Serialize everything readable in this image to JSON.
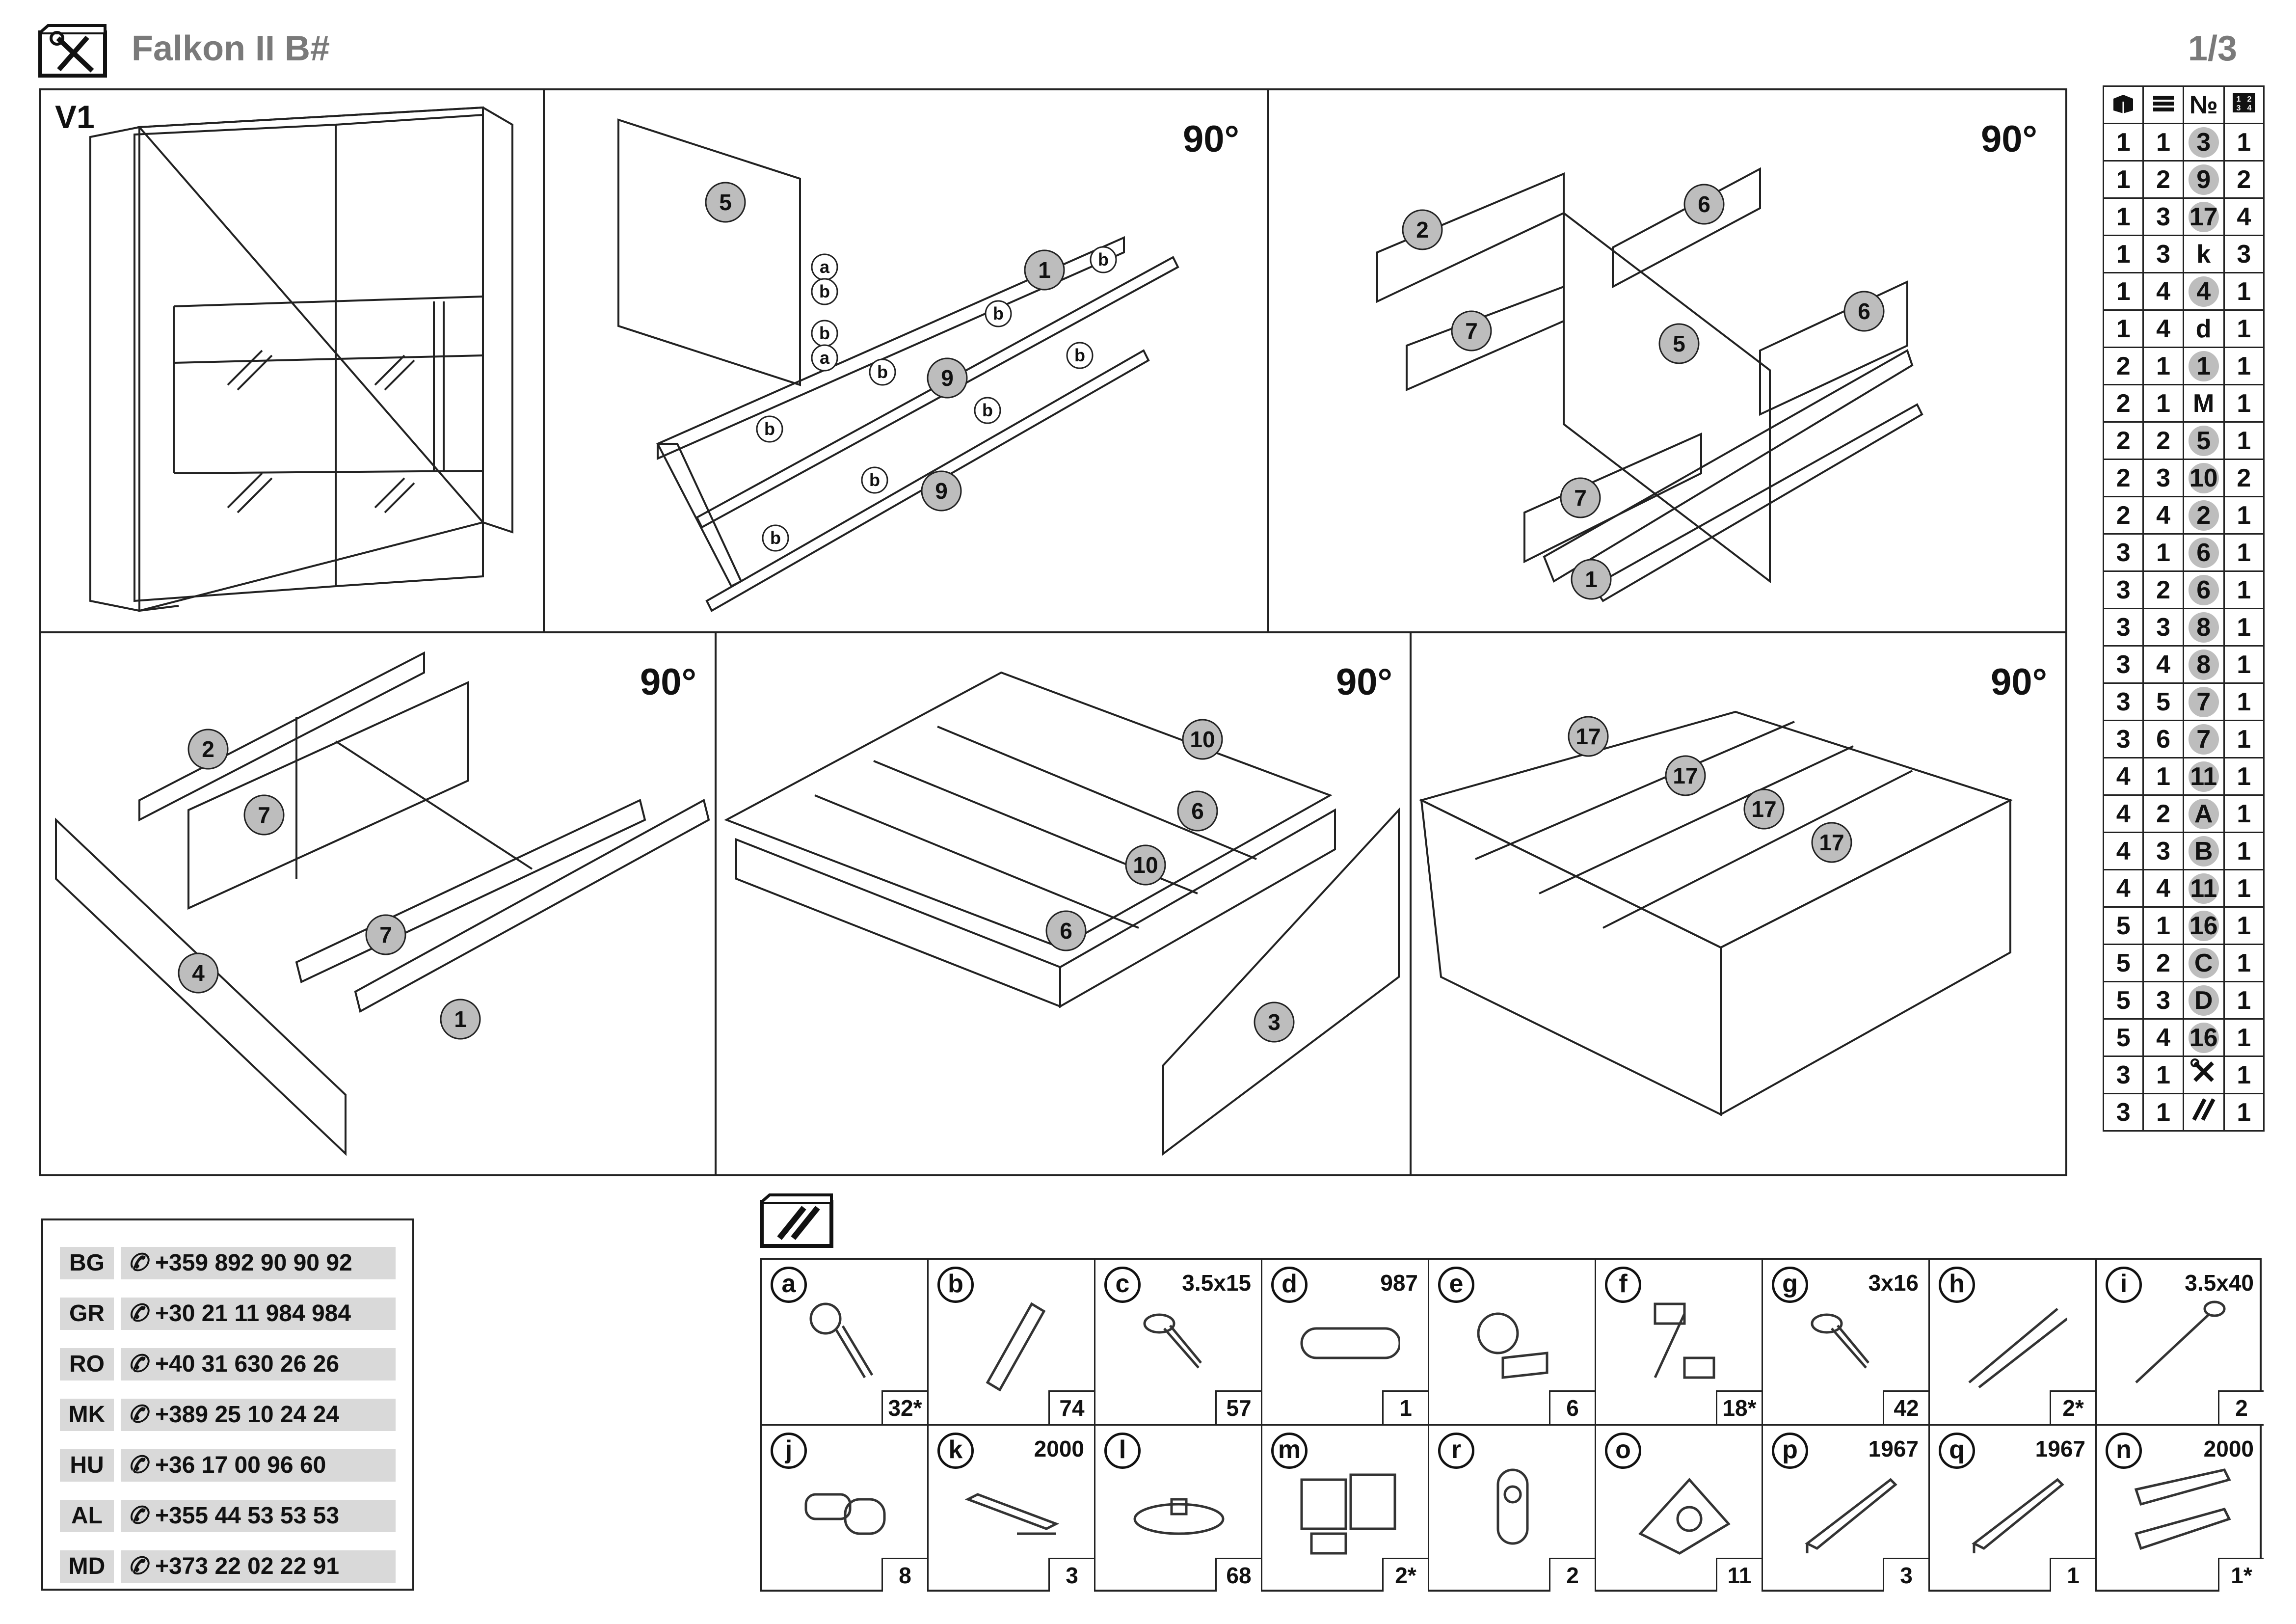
{
  "header": {
    "title": "Falkon II B#",
    "page": "1/3"
  },
  "steps": {
    "v1_label": "V1",
    "rotate_label": "90°"
  },
  "step_callouts": {
    "s2": [
      "5",
      "1",
      "9",
      "9"
    ],
    "s3": [
      "2",
      "6",
      "7",
      "5",
      "6",
      "7",
      "1"
    ],
    "s4": [
      "2",
      "7",
      "7",
      "4",
      "1"
    ],
    "s5": [
      "10",
      "6",
      "10",
      "6",
      "3"
    ],
    "s6": [
      "17",
      "17",
      "17",
      "17"
    ]
  },
  "parts_table": {
    "headers": [
      "box-icon",
      "stack-icon",
      "№",
      "count-icon"
    ],
    "rows": [
      [
        "1",
        "1",
        "3",
        "1"
      ],
      [
        "1",
        "2",
        "9",
        "2"
      ],
      [
        "1",
        "3",
        "17",
        "4"
      ],
      [
        "1",
        "3",
        "k",
        "3"
      ],
      [
        "1",
        "4",
        "4",
        "1"
      ],
      [
        "1",
        "4",
        "d",
        "1"
      ],
      [
        "2",
        "1",
        "1",
        "1"
      ],
      [
        "2",
        "1",
        "M",
        "1"
      ],
      [
        "2",
        "2",
        "5",
        "1"
      ],
      [
        "2",
        "3",
        "10",
        "2"
      ],
      [
        "2",
        "4",
        "2",
        "1"
      ],
      [
        "3",
        "1",
        "6",
        "1"
      ],
      [
        "3",
        "2",
        "6",
        "1"
      ],
      [
        "3",
        "3",
        "8",
        "1"
      ],
      [
        "3",
        "4",
        "8",
        "1"
      ],
      [
        "3",
        "5",
        "7",
        "1"
      ],
      [
        "3",
        "6",
        "7",
        "1"
      ],
      [
        "4",
        "1",
        "11",
        "1"
      ],
      [
        "4",
        "2",
        "A",
        "1"
      ],
      [
        "4",
        "3",
        "B",
        "1"
      ],
      [
        "4",
        "4",
        "11",
        "1"
      ],
      [
        "5",
        "1",
        "16",
        "1"
      ],
      [
        "5",
        "2",
        "C",
        "1"
      ],
      [
        "5",
        "3",
        "D",
        "1"
      ],
      [
        "5",
        "4",
        "16",
        "1"
      ],
      [
        "3",
        "1",
        "tools-icon",
        "1"
      ],
      [
        "3",
        "1",
        "hardware-icon",
        "1"
      ]
    ],
    "highlighted_numbers": [
      "3",
      "9",
      "17",
      "4",
      "1",
      "5",
      "10",
      "2",
      "6",
      "8",
      "7",
      "11",
      "A",
      "B",
      "16",
      "C",
      "D"
    ]
  },
  "contacts": [
    {
      "code": "BG",
      "phone": "+359 892 90 90 92"
    },
    {
      "code": "GR",
      "phone": "+30 21 11 984 984"
    },
    {
      "code": "RO",
      "phone": "+40 31 630 26 26"
    },
    {
      "code": "MK",
      "phone": "+389 25 10 24 24"
    },
    {
      "code": "HU",
      "phone": "+36 17 00 96 60"
    },
    {
      "code": "AL",
      "phone": "+355 44 53 53 53"
    },
    {
      "code": "MD",
      "phone": "+373 22 02 22 91"
    }
  ],
  "hardware": [
    {
      "letter": "a",
      "size": "",
      "qty": "32*",
      "icon": "cam-bolt-icon"
    },
    {
      "letter": "b",
      "size": "",
      "qty": "74",
      "icon": "dowel-icon"
    },
    {
      "letter": "c",
      "size": "3.5x15",
      "qty": "57",
      "icon": "screw-icon"
    },
    {
      "letter": "d",
      "size": "987",
      "qty": "1",
      "icon": "rod-icon"
    },
    {
      "letter": "e",
      "size": "",
      "qty": "6",
      "icon": "bracket-icon"
    },
    {
      "letter": "f",
      "size": "",
      "qty": "18*",
      "icon": "connector-icon"
    },
    {
      "letter": "g",
      "size": "3x16",
      "qty": "42",
      "icon": "screw-icon"
    },
    {
      "letter": "h",
      "size": "",
      "qty": "2*",
      "icon": "anchor-screw-icon"
    },
    {
      "letter": "i",
      "size": "3.5x40",
      "qty": "2",
      "icon": "long-screw-icon"
    },
    {
      "letter": "j",
      "size": "",
      "qty": "8",
      "icon": "shelf-pin-icon"
    },
    {
      "letter": "k",
      "size": "2000",
      "qty": "3",
      "icon": "profile-icon"
    },
    {
      "letter": "l",
      "size": "",
      "qty": "68",
      "icon": "glide-icon"
    },
    {
      "letter": "m",
      "size": "",
      "qty": "2*",
      "icon": "clip-icon"
    },
    {
      "letter": "r",
      "size": "",
      "qty": "2",
      "icon": "rod-holder-icon"
    },
    {
      "letter": "o",
      "size": "",
      "qty": "11",
      "icon": "corner-block-icon"
    },
    {
      "letter": "p",
      "size": "1967",
      "qty": "3",
      "icon": "rail-icon"
    },
    {
      "letter": "q",
      "size": "1967",
      "qty": "1",
      "icon": "rail-icon"
    },
    {
      "letter": "n",
      "size": "2000",
      "qty": "1*",
      "icon": "track-icon"
    }
  ]
}
